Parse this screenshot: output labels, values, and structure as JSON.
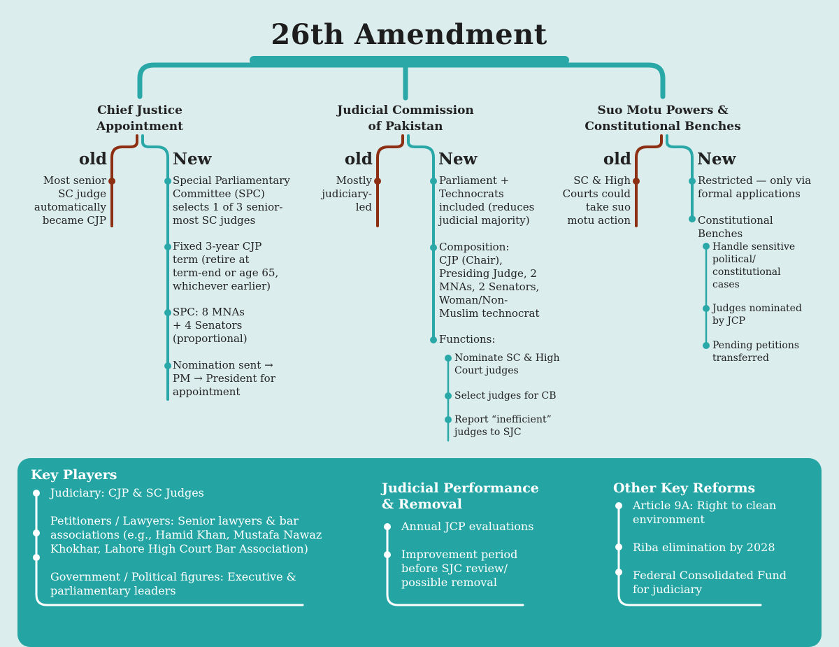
{
  "title": "26th Amendment",
  "colors": {
    "teal": "#2aa8a8",
    "rust": "#8c2f12",
    "panel": "#24a5a4",
    "background": "#dcedee"
  },
  "columns": [
    {
      "heading": [
        "Chief Justice",
        "Appointment"
      ],
      "old_label": "old",
      "new_label": "New",
      "old_text": [
        "Most senior",
        "SC judge",
        "automatically",
        "became CJP"
      ],
      "new_items": [
        [
          "Special Parliamentary",
          "Committee (SPC)",
          "selects 1 of 3 senior-",
          "most SC judges"
        ],
        [
          "Fixed 3-year CJP",
          "term (retire at",
          "term-end or age 65,",
          "whichever earlier)"
        ],
        [
          "SPC: 8 MNAs",
          "+ 4 Senators",
          "(proportional)"
        ],
        [
          "Nomination sent →",
          "PM → President for",
          "appointment"
        ]
      ]
    },
    {
      "heading": [
        "Judicial Commission",
        "of Pakistan"
      ],
      "old_label": "old",
      "new_label": "New",
      "old_text": [
        "Mostly",
        "judiciary-",
        "led"
      ],
      "new_items": [
        [
          "Parliament +",
          "Technocrats",
          "included (reduces",
          "judicial majority)"
        ],
        [
          "Composition:",
          "CJP (Chair),",
          "Presiding Judge, 2",
          "MNAs, 2 Senators,",
          "Woman/Non-",
          "Muslim technocrat"
        ],
        [
          "Functions:"
        ]
      ],
      "sub_items": [
        [
          "Nominate SC & High",
          "Court judges"
        ],
        [
          "Select judges for CB"
        ],
        [
          "Report “inefficient”",
          "judges to SJC"
        ]
      ]
    },
    {
      "heading": [
        "Suo Motu Powers &",
        "Constitutional Benches"
      ],
      "old_label": "old",
      "new_label": "New",
      "old_text": [
        "SC & High",
        "Courts could",
        "take suo",
        "motu action"
      ],
      "new_items": [
        [
          "Restricted — only via",
          "formal applications"
        ],
        [
          "Constitutional",
          "Benches"
        ]
      ],
      "sub_items": [
        [
          "Handle sensitive",
          "political/",
          "constitutional",
          "cases"
        ],
        [
          "Judges nominated",
          "by JCP"
        ],
        [
          "Pending petitions",
          "transferred"
        ]
      ]
    }
  ],
  "panel": {
    "key_players": {
      "title": "Key Players",
      "items": [
        [
          "Judiciary: CJP & SC Judges"
        ],
        [
          "Petitioners / Lawyers: Senior lawyers & bar",
          "associations (e.g., Hamid Khan, Mustafa Nawaz",
          "Khokhar, Lahore High Court Bar Association)"
        ],
        [
          "Government / Political figures: Executive &",
          "parliamentary leaders"
        ]
      ]
    },
    "performance": {
      "title": [
        "Judicial Performance",
        "& Removal"
      ],
      "items": [
        [
          "Annual JCP evaluations"
        ],
        [
          "Improvement period",
          "before SJC review/",
          "possible removal"
        ]
      ]
    },
    "other": {
      "title": "Other Key Reforms",
      "items": [
        [
          "Article 9A: Right to clean",
          "environment"
        ],
        [
          "Riba elimination by 2028"
        ],
        [
          "Federal Consolidated Fund",
          "for judiciary"
        ]
      ]
    }
  }
}
